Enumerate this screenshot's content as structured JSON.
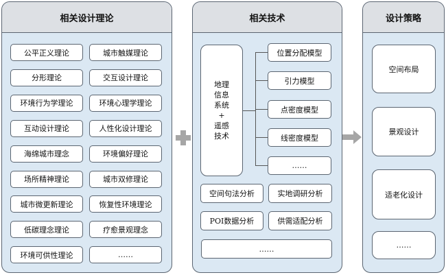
{
  "panels": {
    "theories": {
      "title": "相关设计理论",
      "items": [
        "公平正义理论",
        "城市触媒理论",
        "分形理论",
        "交互设计理论",
        "环境行为学理论",
        "环境心理学理论",
        "互动设计理论",
        "人性化设计理论",
        "海绵城市理念",
        "环境偏好理论",
        "场所精神理论",
        "城市双修理论",
        "城市微更新理论",
        "恢复性环境理论",
        "低碳理念理论",
        "疗愈景观理念",
        "环境可供性理论",
        "……"
      ]
    },
    "tech": {
      "title": "相关技术",
      "gis_lines": [
        "地理",
        "信息",
        "系统",
        "+",
        "遥感",
        "技术"
      ],
      "models": [
        "位置分配模型",
        "引力模型",
        "点密度模型",
        "线密度模型",
        "……"
      ],
      "analysis": [
        "空间句法分析",
        "实地调研分析",
        "POI数据分析",
        "供需适配分析"
      ],
      "more": "……"
    },
    "strategy": {
      "title": "设计策略",
      "items": [
        "空间布局",
        "景观设计",
        "适老化设计",
        "……"
      ]
    }
  },
  "colors": {
    "panel_bg": "#dbe8f3",
    "header_bg": "#dde0e4",
    "border": "#5a6470",
    "arrow": "#a6a6a6"
  },
  "icons": {
    "plus": "plus-icon",
    "arrow": "right-arrow-icon"
  }
}
